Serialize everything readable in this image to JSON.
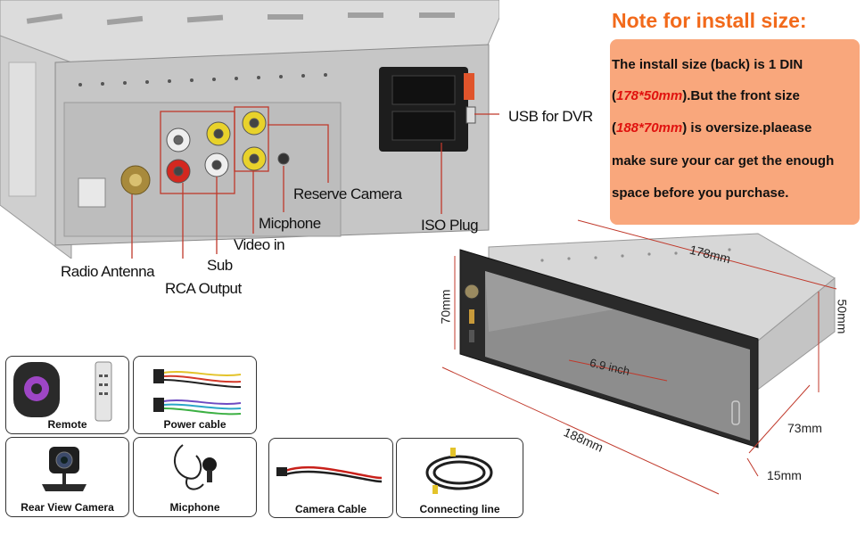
{
  "note": {
    "title": "Note for install size:",
    "lines": [
      {
        "before": "The install size (back) is 1 DIN",
        "em": "",
        "after": ""
      },
      {
        "before": "(",
        "em": "178*50mm",
        "after": ").But the front size"
      },
      {
        "before": "(",
        "em": "188*70mm",
        "after": ") is oversize.plaease"
      },
      {
        "before": "make sure your car get the enough",
        "em": "",
        "after": ""
      },
      {
        "before": "space before you purchase.",
        "em": "",
        "after": ""
      }
    ]
  },
  "back_labels": {
    "usb_dvr": "USB for DVR",
    "reserve_camera": "Reserve Camera",
    "iso_plug": "ISO Plug",
    "micphone": "Micphone",
    "video_in": "Video in",
    "sub": "Sub",
    "radio_antenna": "Radio Antenna",
    "rca_output": "RCA Output"
  },
  "dimensions": {
    "depth": "178mm",
    "back_height": "50mm",
    "front_height": "70mm",
    "screen": "6.9 inch",
    "front_width": "188mm",
    "front_depth": "73mm",
    "bezel": "15mm"
  },
  "accessories": [
    {
      "label": "Remote",
      "icon": "remote-icon"
    },
    {
      "label": "Power cable",
      "icon": "power-cable-icon"
    },
    {
      "label": "Rear View Camera",
      "icon": "camera-icon"
    },
    {
      "label": "Micphone",
      "icon": "microphone-icon"
    },
    {
      "label": "Camera Cable",
      "icon": "camera-cable-icon"
    },
    {
      "label": "Connecting line",
      "icon": "connecting-line-icon"
    }
  ],
  "colors": {
    "note_title": "#f26a1b",
    "note_box": "#f9a77c",
    "emphasis": "#e0120f",
    "leader_line": "#c0392b"
  }
}
